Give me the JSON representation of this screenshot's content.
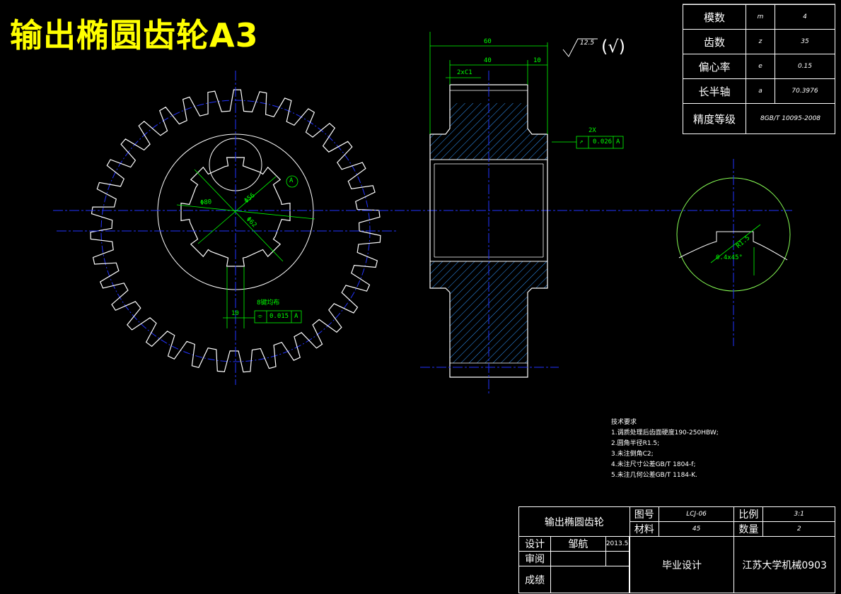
{
  "title": "输出椭圆齿轮A3",
  "params": [
    {
      "label": "模数",
      "symbol": "m",
      "value": "4"
    },
    {
      "label": "齿数",
      "symbol": "z",
      "value": "35"
    },
    {
      "label": "偏心率",
      "symbol": "e",
      "value": "0.15"
    },
    {
      "label": "长半轴",
      "symbol": "a",
      "value": "70.3976"
    },
    {
      "label": "精度等级",
      "symbol": "",
      "value": "8GB/T 10095-2008"
    }
  ],
  "dims": {
    "d60": "60",
    "d40": "40",
    "d10": "10",
    "chamfer": "2xC1",
    "roughness": "12.5",
    "roughness_other": "(√)",
    "runout_count": "2X",
    "runout_tol": "0.026",
    "runout_ref": "A",
    "dia80": "Φ80",
    "dia56": "Φ56",
    "dia62": "Φ62",
    "datum_a": "A",
    "keys_note": "8键均布",
    "key_width": "10",
    "sym_tol": "0.015",
    "sym_ref": "A",
    "r_detail": "R1.5",
    "chamfer_detail": "0.4x45°"
  },
  "tech": {
    "heading": "技术要求",
    "items": [
      "1.调质处理后齿面硬度190-250HBW;",
      "2.圆角半径R1.5;",
      "3.未注倒角C2;",
      "4.未注尺寸公差GB/T 1804-f;",
      "5.未注几何公差GB/T 1184-K."
    ]
  },
  "title_block": {
    "part_name": "输出椭圆齿轮",
    "drawing_no_label": "图号",
    "drawing_no": "LCJ-06",
    "scale_label": "比例",
    "scale": "3:1",
    "material_label": "材料",
    "material": "45",
    "qty_label": "数量",
    "qty": "2",
    "design_label": "设计",
    "designer": "邹航",
    "date": "2013.5",
    "review_label": "审阅",
    "score_label": "成绩",
    "project": "毕业设计",
    "school": "江苏大学机械0903"
  }
}
